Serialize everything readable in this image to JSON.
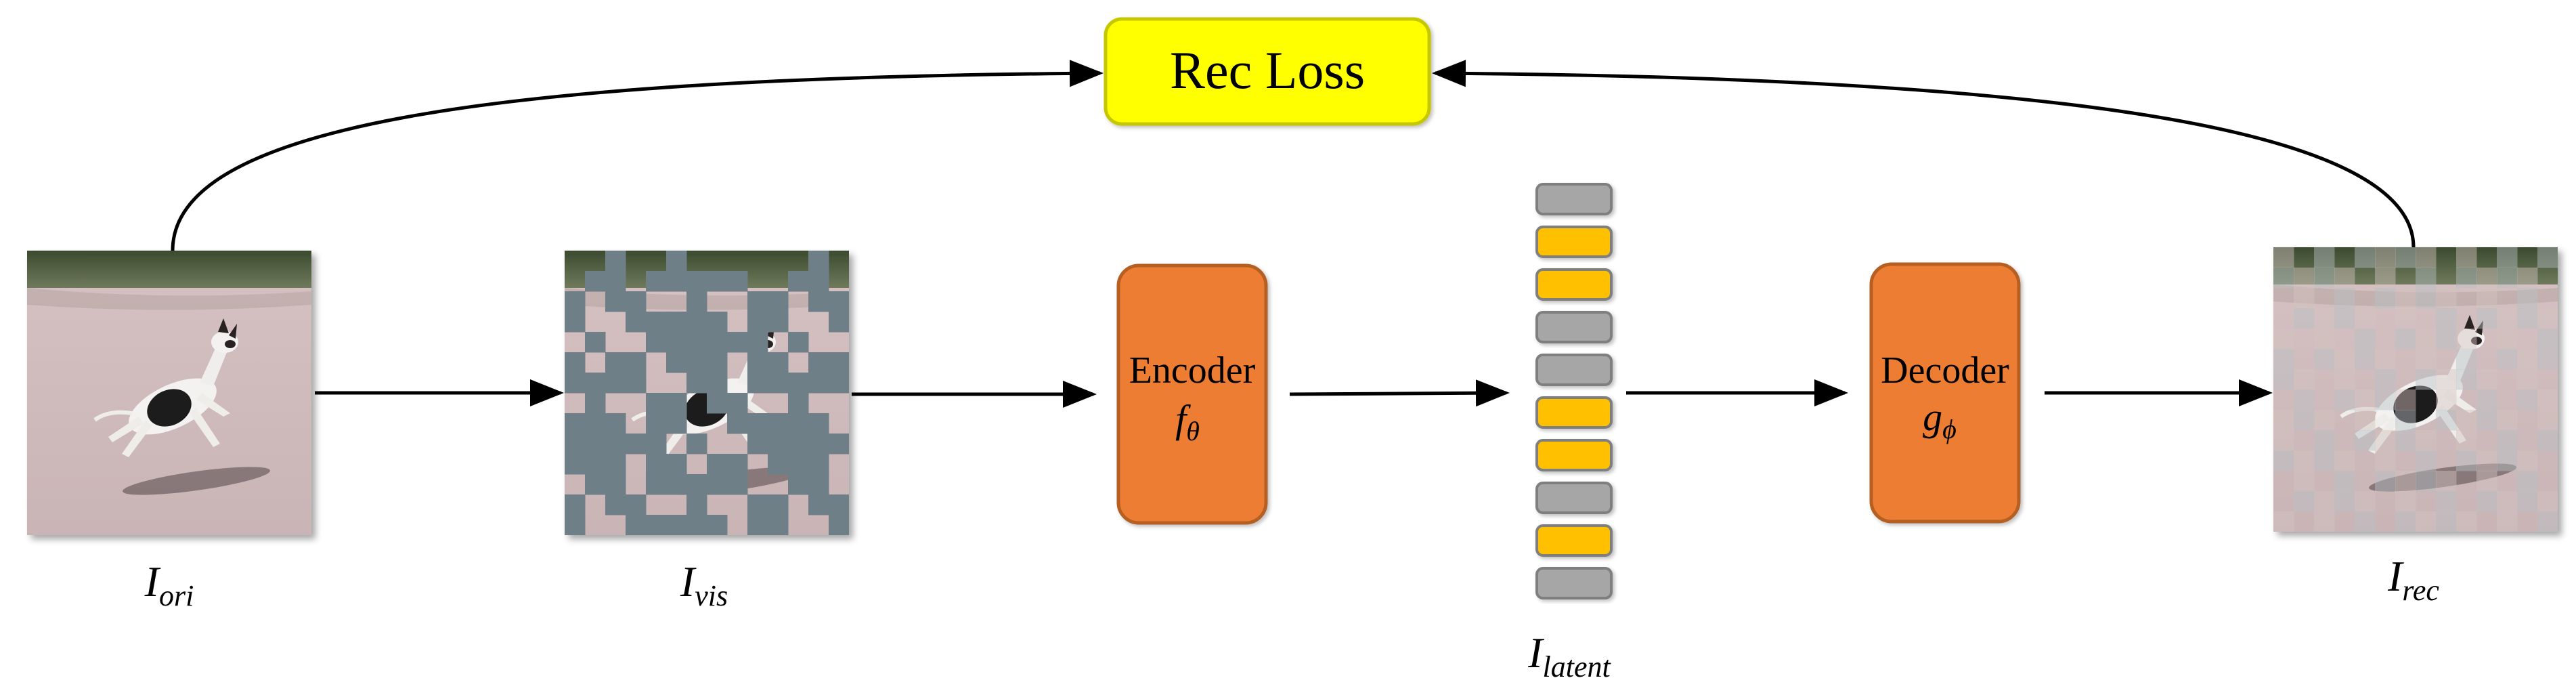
{
  "loss": {
    "label": "Rec Loss",
    "fill": "#FFFF00",
    "stroke": "#C7C700"
  },
  "encoder": {
    "label": "Encoder",
    "symbol": "f",
    "subscript": "θ",
    "fill": "#ED7D31",
    "stroke": "#B65E22"
  },
  "decoder": {
    "label": "Decoder",
    "symbol": "g",
    "subscript": "ϕ",
    "fill": "#ED7D31",
    "stroke": "#B65E22"
  },
  "images": {
    "original": {
      "symbol": "I",
      "subscript": "ori"
    },
    "visible": {
      "symbol": "I",
      "subscript": "vis"
    },
    "reconstructed": {
      "symbol": "I",
      "subscript": "rec"
    }
  },
  "latent": {
    "symbol": "I",
    "subscript": "latent",
    "tokens": [
      "gray",
      "yellow",
      "yellow",
      "gray",
      "gray",
      "yellow",
      "yellow",
      "gray",
      "yellow",
      "gray"
    ],
    "colors": {
      "gray": "#A6A6A6",
      "yellow": "#FFC000",
      "stroke": "#7F7F7F"
    }
  },
  "mask_color": "#6E7F88"
}
